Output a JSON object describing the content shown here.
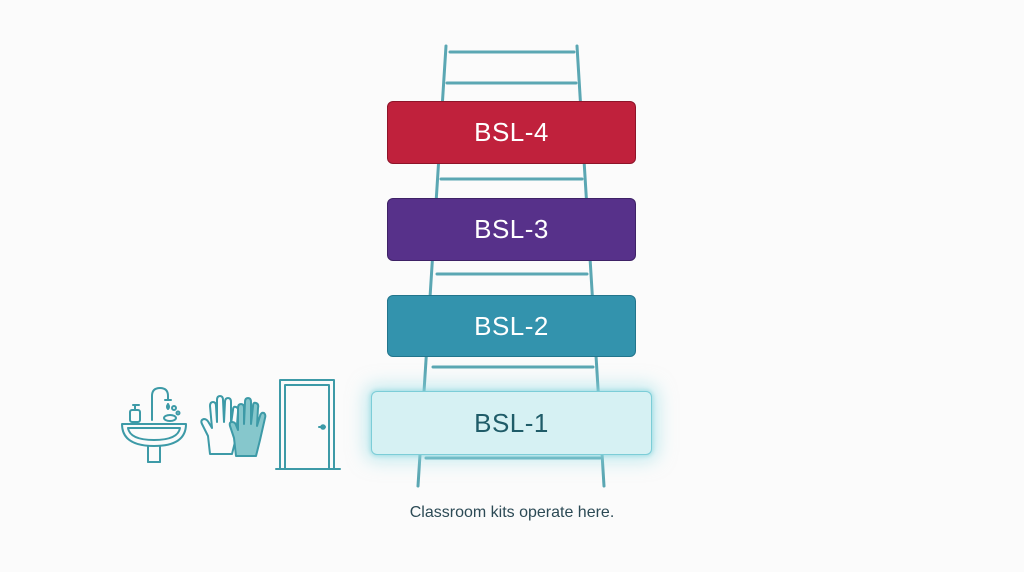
{
  "levels": [
    {
      "label": "BSL-4",
      "color": "#c0213c"
    },
    {
      "label": "BSL-3",
      "color": "#57318a"
    },
    {
      "label": "BSL-2",
      "color": "#3393ad"
    },
    {
      "label": "BSL-1",
      "color": "#d6f1f3"
    }
  ],
  "caption": "Classroom kits operate here.",
  "colors": {
    "ladder": "#5ba7b3",
    "icon_stroke": "#3d9aa7",
    "glove_fill": "#86c7cc"
  },
  "icons": [
    "sink-icon",
    "gloves-icon",
    "door-icon"
  ]
}
